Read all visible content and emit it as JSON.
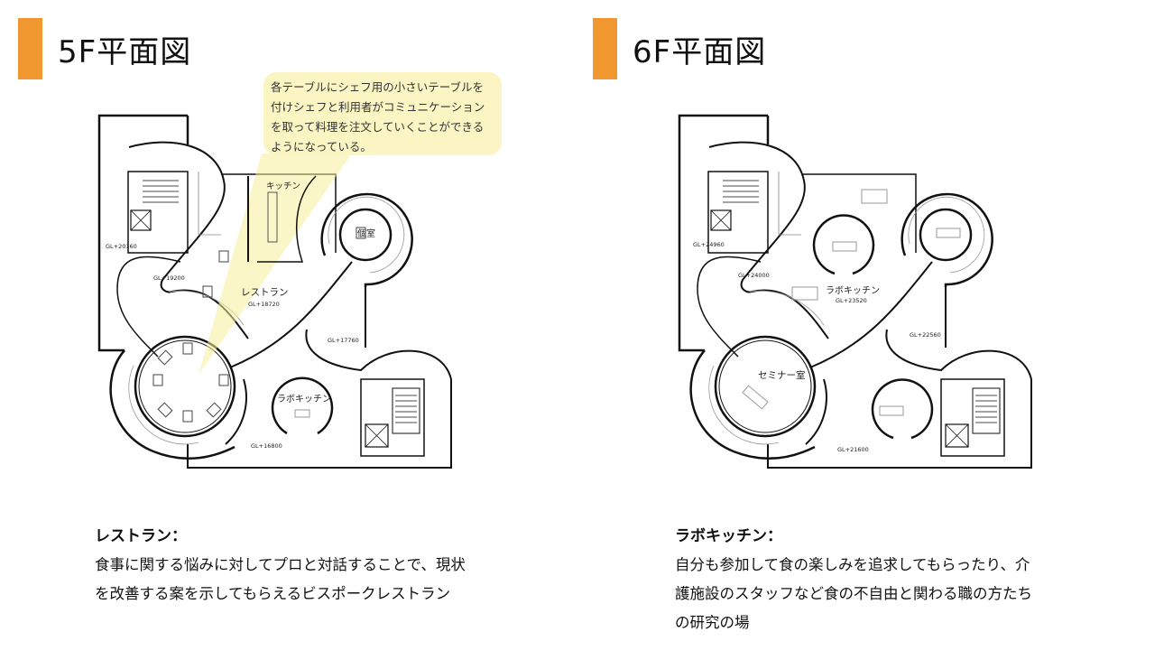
{
  "colors": {
    "accent": "#F0982F",
    "callout": "#FBF5C4"
  },
  "left": {
    "title": "5F平面図",
    "callout": "各テーブルにシェフ用の小さいテーブルを付けシェフと利用者がコミュニケーションを取って料理を注文していくことができるようになっている。",
    "rooms": {
      "kitchen": "キッチン",
      "private": "個室",
      "restaurant": "レストラン",
      "labo": "ラボキッチン"
    },
    "levels": {
      "a": "GL+20160",
      "b": "GL+19200",
      "c": "GL+18720",
      "d": "GL+17760",
      "e": "GL+16800"
    },
    "desc_heading": "レストラン：",
    "desc_lines": [
      "食事に関する悩みに対してプロと対話することで、現状",
      "を改善する案を示してもらえるビスポークレストラン"
    ]
  },
  "right": {
    "title": "6F平面図",
    "rooms": {
      "labo": "ラボキッチン",
      "seminar": "セミナー室"
    },
    "levels": {
      "a": "GL+24960",
      "b": "GL+24000",
      "c": "GL+23520",
      "d": "GL+22560",
      "e": "GL+21600"
    },
    "desc_heading": "ラボキッチン：",
    "desc_lines": [
      "自分も参加して食の楽しみを追求してもらったり、介",
      "護施設のスタッフなど食の不自由と関わる職の方たち",
      "の研究の場"
    ]
  }
}
